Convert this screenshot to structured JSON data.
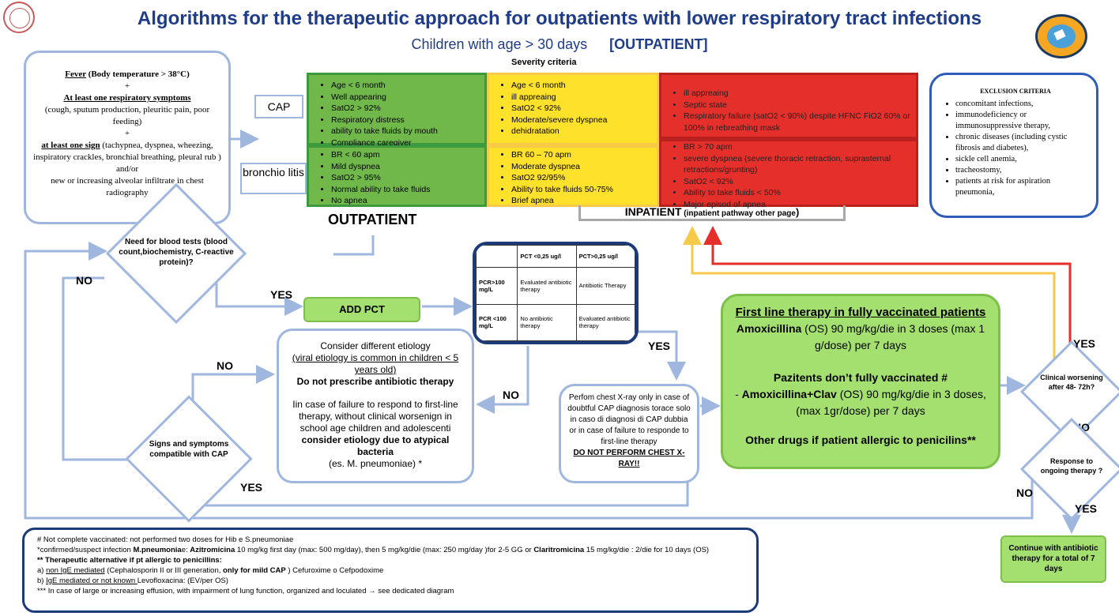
{
  "header": {
    "title": "Algorithms for the therapeutic approach for outpatients with lower respiratory tract infections",
    "subtitle": "Children with age > 30 days",
    "subtitle_tag": "[OUTPATIENT]"
  },
  "criteria_box": {
    "fever": "Fever",
    "fever_detail": " (Body temperature > 38°C)",
    "plus1": "+",
    "symptoms_heading": "At least one respiratory symptoms",
    "symptoms": "(cough, sputum production, pleuritic pain, poor feeding)",
    "plus2": "+",
    "sign_heading": "at least one sign",
    "signs": " (tachypnea, dyspnea, wheezing, inspiratory crackles, bronchial breathing, pleural rub )",
    "andor": "and/or",
    "infiltrate": "new or increasing alveolar infiltrate in chest radiography"
  },
  "severity": {
    "label": "Severity criteria",
    "cap_label": "CAP",
    "bronchio_label": "bronchio litis",
    "cap_green": [
      "Age < 6 month",
      "Well appearing",
      "SatO2 > 92%",
      "Respiratory distress",
      "ability to take fluids by mouth",
      "Compliance caregiver"
    ],
    "cap_yellow": [
      "Age < 6 month",
      "ill appreaing",
      "SatO2 < 92%",
      "Moderate/severe dyspnea",
      "dehidratation"
    ],
    "cap_red": [
      "ill appreaing",
      "Septic state",
      "Respiratory failure (satO2 < 90%) despite HFNC FiO2 60% or 100% in rebreathing mask"
    ],
    "bron_green": [
      "BR < 60 apm",
      "Mild dyspnea",
      "SatO2 > 95%",
      "Normal ability to take fluids",
      "No apnea"
    ],
    "bron_yellow": [
      "BR  60 – 70 apm",
      "Moderate dyspnea",
      "SatO2 92/95%",
      "Ability to take fluids 50-75%",
      "Brief apnea"
    ],
    "bron_red": [
      "BR  > 70 apm",
      "severe dyspnea (severe thoracic retraction, suprasternal retractions/grunting)",
      "SatO2 < 92%",
      "Ability to take fluids < 50%",
      "Major episod of apnea"
    ]
  },
  "exclusion": {
    "title": "EXCLUSION CRITERIA",
    "items": [
      "concomitant infections,",
      "immunodeficiency or immunosuppressive therapy,",
      "chronic diseases (including cystic fibrosis and diabetes),",
      "sickle cell anemia,",
      "tracheostomy,",
      "patients at risk for aspiration pneumonia,"
    ]
  },
  "sections": {
    "outpatient": "OUTPATIENT",
    "inpatient": "INPATIENT",
    "inpatient_note": " (inpatient pathway other page",
    "inpatient_close": ")"
  },
  "flow": {
    "blood_tests": "Need for blood tests (blood count,biochemistry, C-reactive protein)?",
    "no1": "NO",
    "yes1": "YES",
    "add_pct": "ADD PCT",
    "no2": "NO",
    "signs_cap": "Signs and symptoms compatible with CAP",
    "yes2": "YES",
    "no3": "NO",
    "yes3": "YES",
    "clinical_worsening": "Clinical worsening after 48- 72h?",
    "yes4": "YES",
    "no4": "NO",
    "response": "Response to ongoing therapy ?",
    "no5": "NO",
    "yes5": "YES",
    "continue": "Continue with antibiotic therapy for a total of 7 days"
  },
  "pct_table": {
    "h1": "PCT <0,25 ug/l",
    "h2": "PCT>0,25 ug/l",
    "r1": "PCR>100 mg/L",
    "r1c1": "Evaluated antibiotic therapy",
    "r1c2": "Antibiotic Therapy",
    "r2": "PCR <100 mg/L",
    "r2c1": "No antibiotic therapy",
    "r2c2": "Evaluated antibiotic therapy"
  },
  "different_etiology": {
    "line1": "Consider different etiology",
    "line2": "(viral etiology is common in children < 5 years old)",
    "line3": "Do not prescribe antibiotic therapy",
    "line4": "Iin case of failure to respond to first-line therapy, without clinical worsenign in school age children and adolescenti",
    "line5": "consider etiology due to atypical bacteria",
    "line6": "(es. M. pneumoniae) *"
  },
  "chest_xray": {
    "text": "Perfom chest X-ray only in case of doubtful CAP diagnosis torace solo in caso di diagnosi di CAP dubbia or in case of failure to responde to first-line therapy",
    "warning": "DO NOT PERFORM CHEST X-RAY!!"
  },
  "first_line": {
    "title": "First line therapy in fully vaccinated patients",
    "drug1": "Amoxicillina",
    "drug1_dose": " (OS) 90 mg/kg/die in 3 doses (max 1 g/dose) per 7 days",
    "not_vacc": "Pazitents don’t fully vaccinated #",
    "drug2_prefix": "-  ",
    "drug2": "Amoxicillina+Clav",
    "drug2_dose": " (OS) 90 mg/kg/die in 3 doses, (max 1gr/dose) per 7 days",
    "other": "Other drugs if patient allergic to penicilins**"
  },
  "footnotes": {
    "f1": "# Not complete vaccinated: not performed two doses for Hib e S.pneumoniae",
    "f2a": "*confirmed/suspect infection  ",
    "f2b": "M.pneumonia",
    "f2c": "e: ",
    "f2d": "Azitromicina",
    "f2e": " 10 mg/kg first day (max: 500 mg/day), then 5 mg/kg/die (max: 250 mg/day )for 2-5 GG or ",
    "f2f": "Claritromicina",
    "f2g": "  15 mg/kg/die : 2/die for 10 days (OS)",
    "f3": "** Therapeutic alternative if pt allergic to penicillins:",
    "f4a": "a) ",
    "f4b": "non IgE mediated",
    "f4c": "  (Cephalosporin II or III generation, ",
    "f4d": "only for mild CAP",
    "f4e": " ) Cefuroxime  o Cefpodoxime",
    "f5a": "b) ",
    "f5b": "IgE mediated  or not known ",
    "f5c": "Levofloxacina: (EV/per OS)",
    "f6": "***  In case of large or increasing effusion, with impairment of lung function, organized and loculated → see dedicated diagram"
  }
}
